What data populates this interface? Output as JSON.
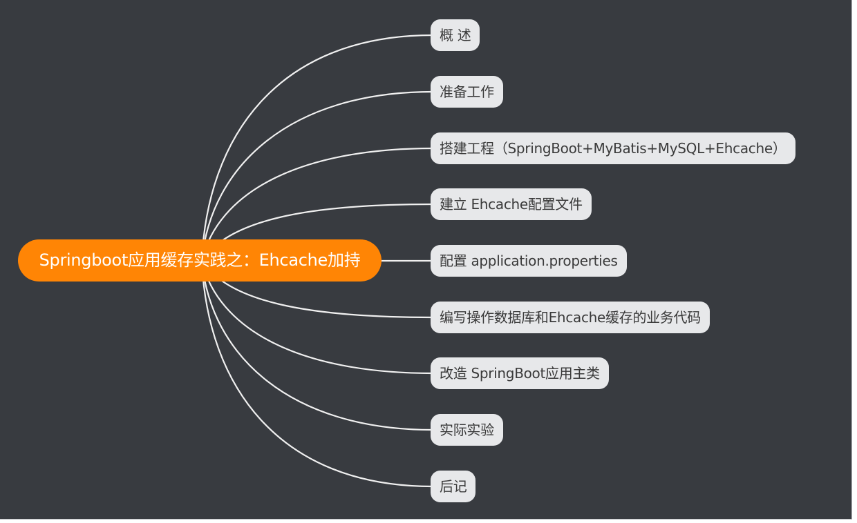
{
  "colors": {
    "background": "#383b40",
    "root_fill": "#ff8505",
    "root_text": "#ffffff",
    "topic_fill": "#e7e8ea",
    "topic_text": "#3a3a3a",
    "connector": "#f0f0f0"
  },
  "root": {
    "label": "Springboot应用缓存实践之：Ehcache加持"
  },
  "topics": [
    {
      "label": "概 述"
    },
    {
      "label": "准备工作"
    },
    {
      "label": "搭建工程（SpringBoot+MyBatis+MySQL+Ehcache）"
    },
    {
      "label": "建立 Ehcache配置文件"
    },
    {
      "label": "配置 application.properties"
    },
    {
      "label": "编写操作数据库和Ehcache缓存的业务代码"
    },
    {
      "label": "改造 SpringBoot应用主类"
    },
    {
      "label": "实际实验"
    },
    {
      "label": "后记"
    }
  ]
}
